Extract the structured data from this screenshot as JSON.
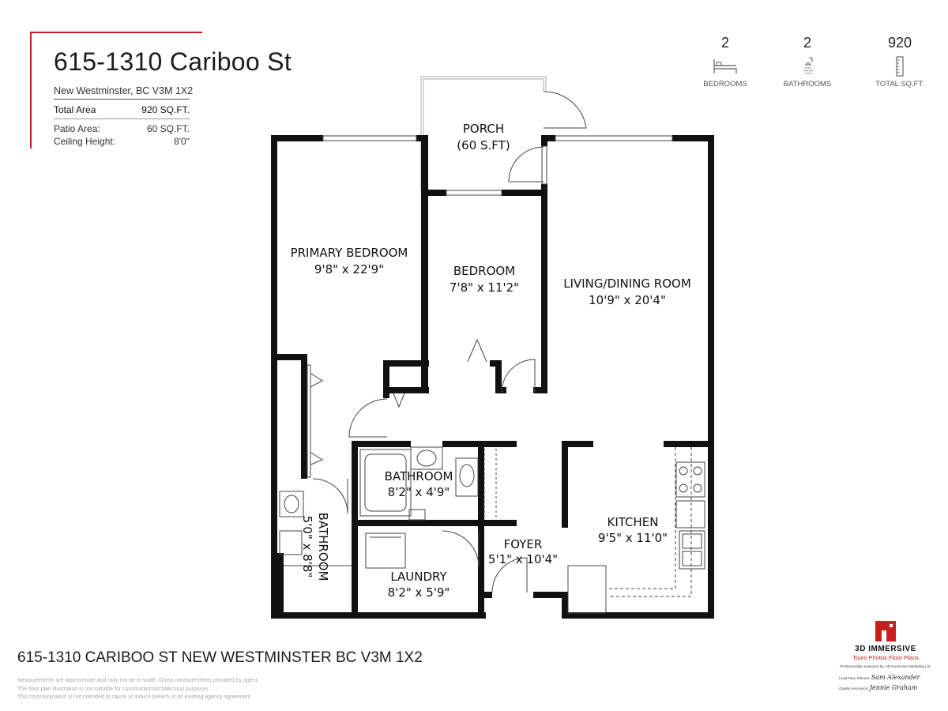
{
  "header": {
    "title": "615-1310 Cariboo St",
    "subtitle": "New Westminster, BC V3M 1X2",
    "total_area_label": "Total Area",
    "total_area_value": "920 SQ.FT.",
    "patio_label": "Patio Area:",
    "patio_value": "60 SQ.FT.",
    "ceiling_label": "Ceiling Height:",
    "ceiling_value": "8'0\""
  },
  "stats": [
    {
      "value": "2",
      "label": "BEDROOMS",
      "icon": "bed-icon"
    },
    {
      "value": "2",
      "label": "BATHROOMS",
      "icon": "shower-icon"
    },
    {
      "value": "920",
      "label": "TOTAL SQ.FT.",
      "icon": "ruler-icon"
    }
  ],
  "rooms": {
    "porch": {
      "name": "PORCH",
      "size": "(60 S.FT)"
    },
    "primary_bedroom": {
      "name": "PRIMARY BEDROOM",
      "size": "9'8\" x 22'9\""
    },
    "bedroom": {
      "name": "BEDROOM",
      "size": "7'8\" x 11'2\""
    },
    "living": {
      "name": "LIVING/DINING ROOM",
      "size": "10'9\" x 20'4\""
    },
    "bathroom_main": {
      "name": "BATHROOM",
      "size": "8'2\" x 4'9\""
    },
    "bathroom_ensuite": {
      "name": "BATHROOM",
      "size": "5'0\" x 8'8\""
    },
    "laundry": {
      "name": "LAUNDRY",
      "size": "8'2\" x 5'9\""
    },
    "foyer": {
      "name": "FOYER",
      "size": "5'1\" x 10'4\""
    },
    "kitchen": {
      "name": "KITCHEN",
      "size": "9'5\" x 11'0\""
    }
  },
  "footer": {
    "address_bold": "615-1310 CARIBOO ST",
    "address_rest": "NEW WESTMINSTER BC V3M 1X2",
    "disclaimer": [
      "Measurements are approximate and may not be to scale. Gross measurements provided by agent.",
      "The floor plan illustration is not suitable for construction/architectural purposes.",
      "This communication is not intended to cause or induce breach of an existing agency agreement"
    ]
  },
  "brand": {
    "name": "3D IMMERSIVE",
    "tagline": "Tours  Photos  Floor Plans",
    "measured_by": "Professionally measured by: 3D Immersive Marketing Ltd.",
    "lead_planner_label": "Lead Floor Planner:",
    "lead_planner_sig": "Sam Alexander",
    "qa_label": "Quality Assurance:",
    "qa_sig": "Jennie Graham",
    "accent_color": "#c8201e"
  }
}
